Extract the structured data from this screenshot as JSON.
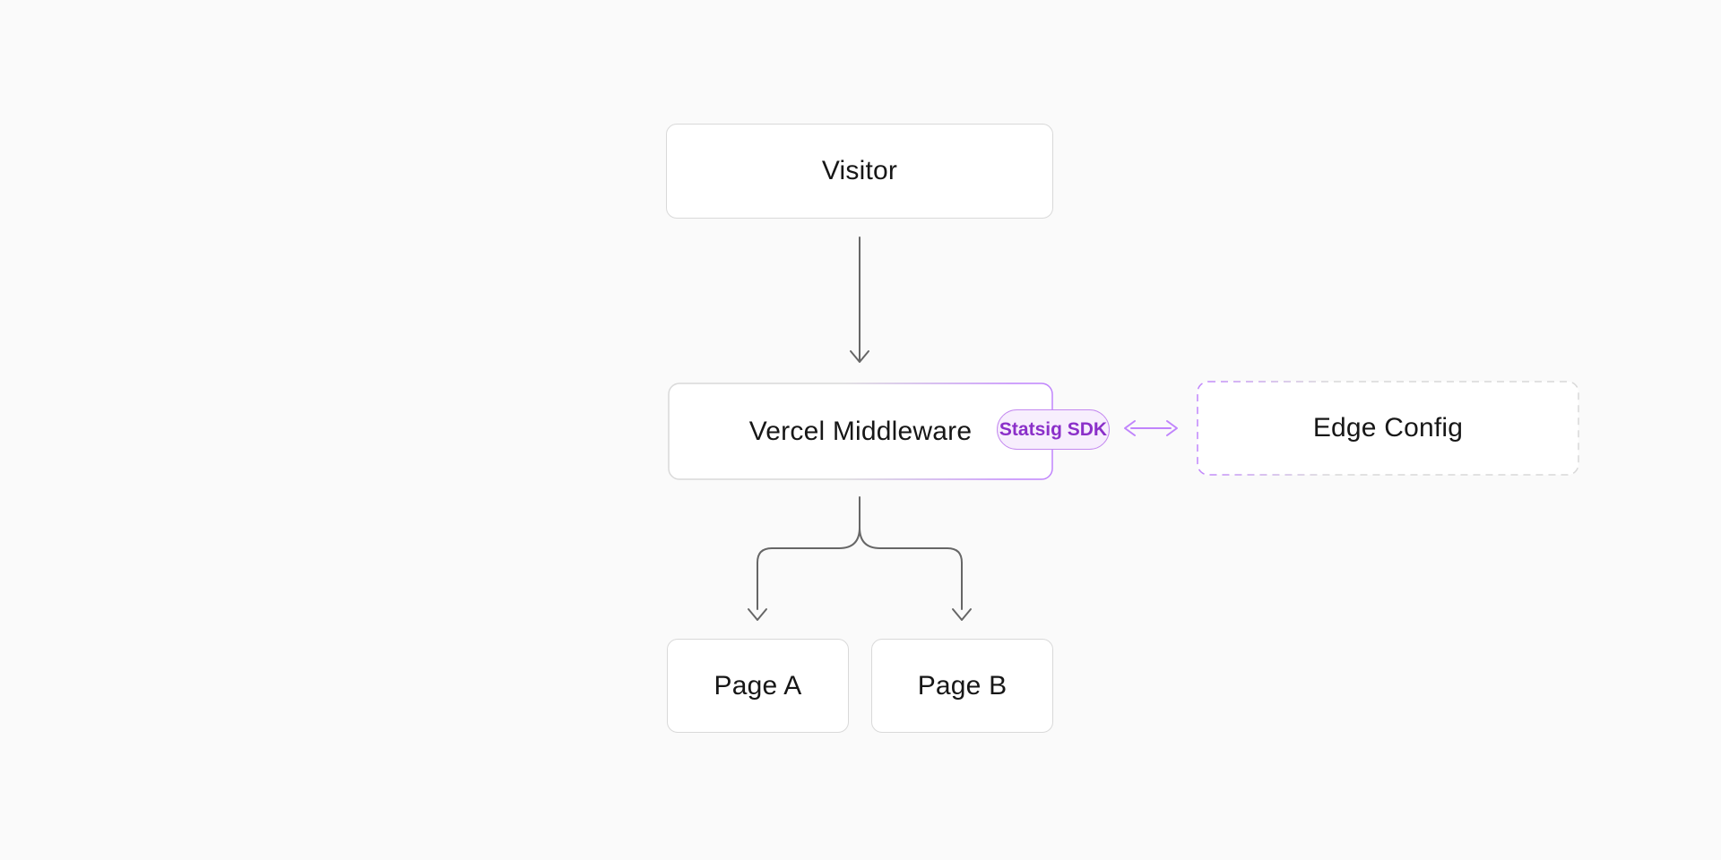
{
  "colors": {
    "bg": "#fafafa",
    "node_bg": "#ffffff",
    "node_border": "#d9d9d9",
    "node_text": "#171717",
    "connector": "#666666",
    "accent": "#c084fc",
    "badge_bg": "#f7eefd",
    "badge_border": "#c489f0",
    "badge_text": "#8b30c9"
  },
  "nodes": {
    "visitor": {
      "label": "Visitor"
    },
    "middleware": {
      "label": "Vercel Middleware"
    },
    "edge_config": {
      "label": "Edge Config"
    },
    "page_a": {
      "label": "Page A"
    },
    "page_b": {
      "label": "Page B"
    }
  },
  "badge": {
    "label": "Statsig SDK"
  },
  "edges": [
    {
      "from": "visitor",
      "to": "middleware",
      "type": "arrow"
    },
    {
      "from": "middleware",
      "to": "edge_config",
      "type": "bidirectional-arrow"
    },
    {
      "from": "middleware",
      "to": "page_a",
      "type": "arrow"
    },
    {
      "from": "middleware",
      "to": "page_b",
      "type": "arrow"
    }
  ]
}
